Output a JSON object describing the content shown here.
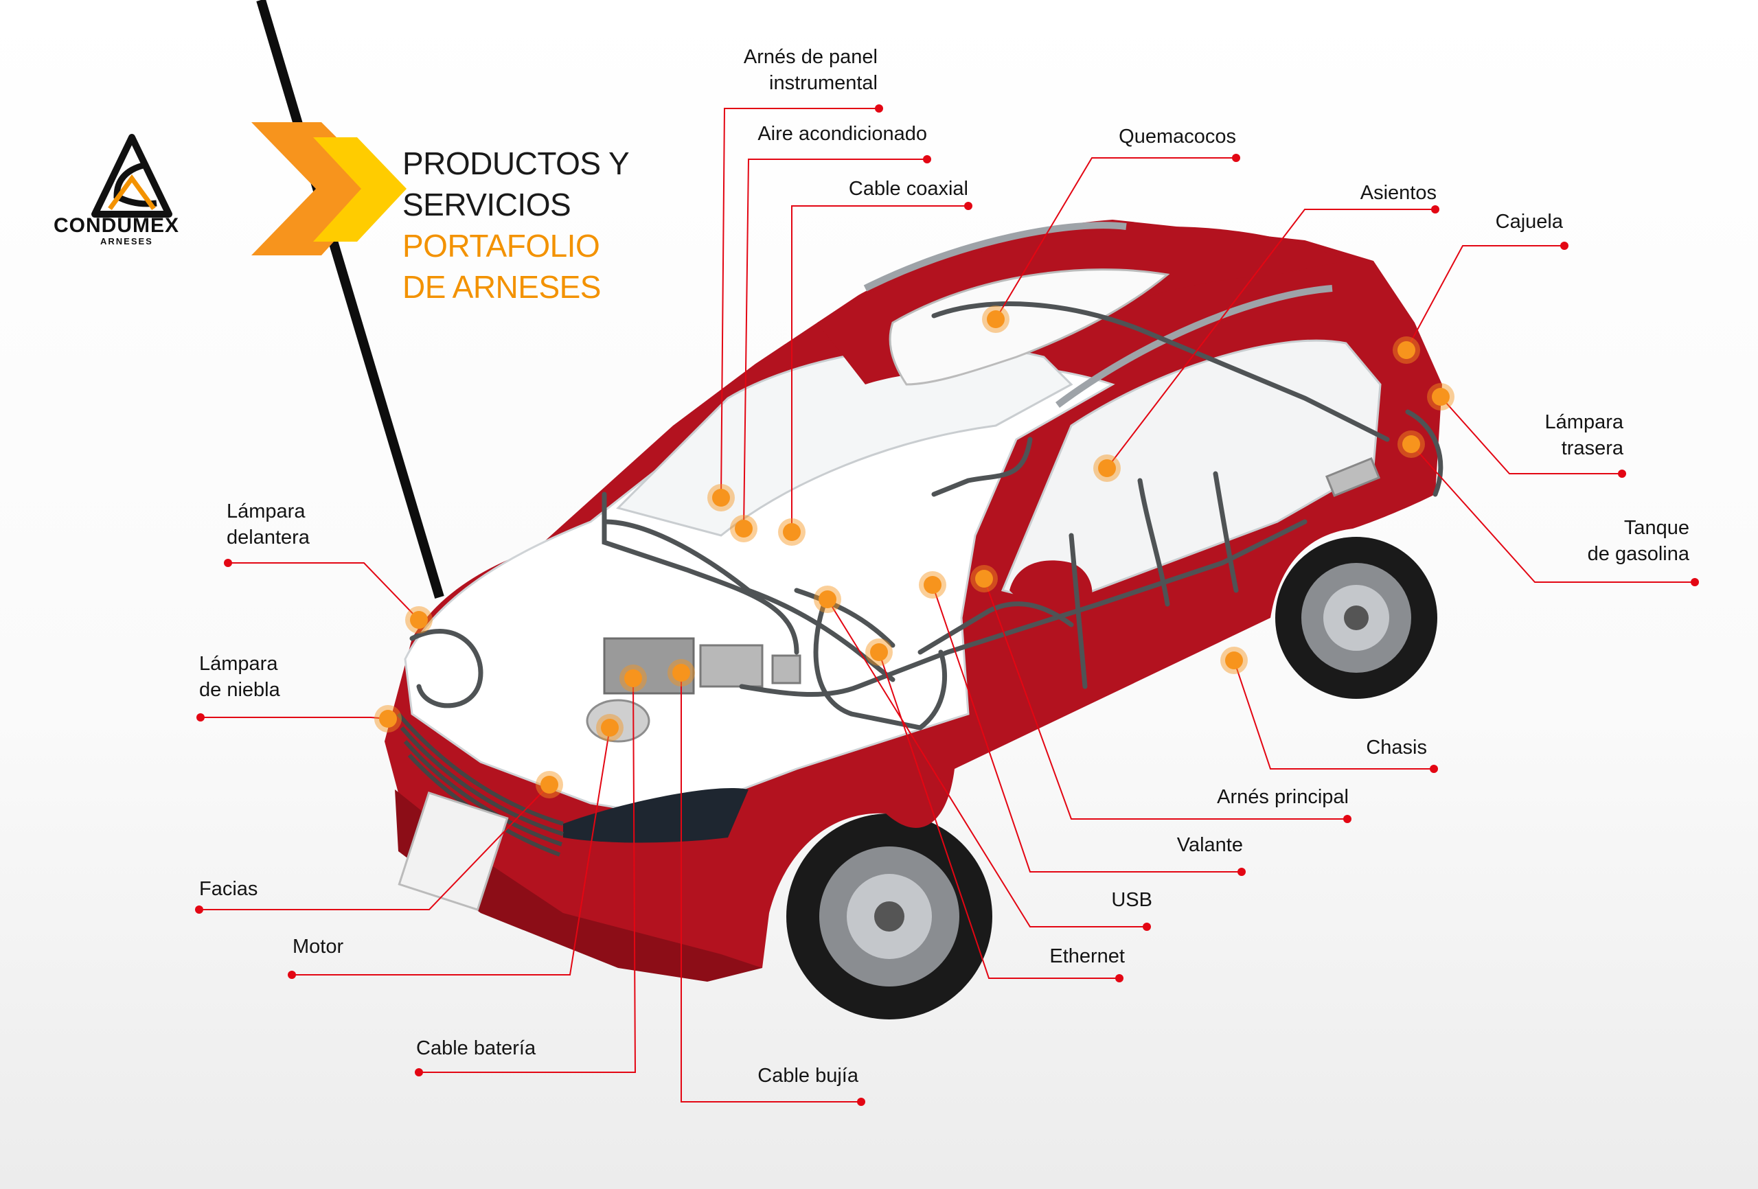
{
  "brand": {
    "name": "CONDUMEX",
    "sub": "ARNESES"
  },
  "title": {
    "line1": "PRODUCTOS Y",
    "line2": "SERVICIOS",
    "line3": "PORTAFOLIO",
    "line4": "DE ARNESES"
  },
  "colors": {
    "body_red": "#b3121f",
    "accent_orange": "#f39200",
    "marker_orange": "#f7941d",
    "leader_red": "#e30613"
  },
  "labels": {
    "panel": "Arnés de panel\ninstrumental",
    "aire": "Aire acondicionado",
    "coaxial": "Cable coaxial",
    "quemacocos": "Quemacocos",
    "asientos": "Asientos",
    "cajuela": "Cajuela",
    "lampara_trasera": "Lámpara\ntrasera",
    "tanque": "Tanque\nde gasolina",
    "chasis": "Chasis",
    "principal": "Arnés principal",
    "valante": "Valante",
    "usb": "USB",
    "ethernet": "Ethernet",
    "bujia": "Cable bujía",
    "bateria": "Cable batería",
    "motor": "Motor",
    "facias": "Facias",
    "niebla": "Lámpara\nde niebla",
    "delantera": "Lámpara\ndelantera"
  }
}
